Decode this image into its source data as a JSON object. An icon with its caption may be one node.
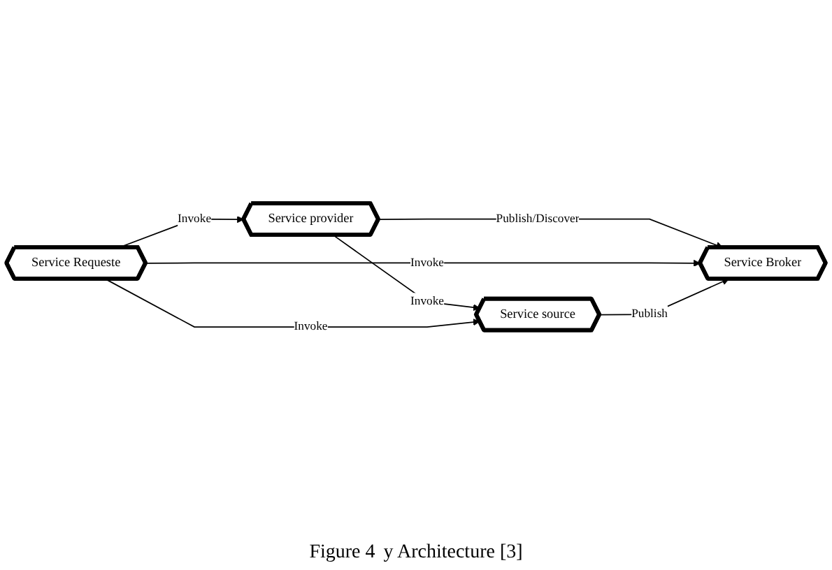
{
  "diagram": {
    "nodes": [
      {
        "text": [
          "Service provider"
        ]
      },
      {
        "text": [
          "Service Requeste"
        ]
      },
      {
        "text": [
          "Service Broker"
        ]
      },
      {
        "text": [
          "Service source"
        ]
      }
    ],
    "edges": [
      {
        "from": 1,
        "to": 0,
        "arrow": "to",
        "label": "Invoke"
      },
      {
        "from": 0,
        "to": 2,
        "arrow": "to",
        "label": "Publish/Discover"
      },
      {
        "from": 0,
        "to": 3,
        "arrow": "to",
        "label": "Invoke"
      },
      {
        "from": 1,
        "to": 2,
        "arrow": "to",
        "label": "Invoke"
      },
      {
        "from": 1,
        "to": 3,
        "arrow": "to",
        "label": "Invoke"
      },
      {
        "from": 3,
        "to": 2,
        "arrow": "to",
        "label": "Publish"
      }
    ],
    "labels": [
      "Figure 4",
      "y Architecture [3]"
    ]
  }
}
